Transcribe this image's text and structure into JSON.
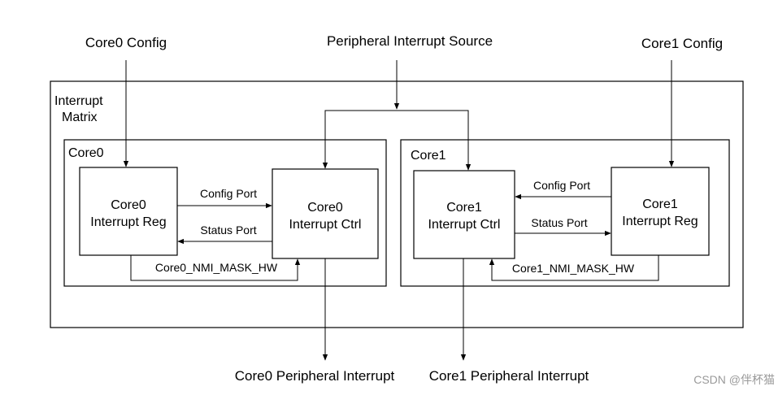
{
  "inputs": {
    "core0_config": "Core0 Config",
    "peripheral_source": "Peripheral Interrupt Source",
    "core1_config": "Core1 Config"
  },
  "matrix": {
    "label_line1": "Interrupt",
    "label_line2": "Matrix"
  },
  "core0": {
    "label": "Core0",
    "reg_line1": "Core0",
    "reg_line2": "Interrupt Reg",
    "ctrl_line1": "Core0",
    "ctrl_line2": "Interrupt Ctrl",
    "config_port": "Config Port",
    "status_port": "Status Port",
    "nmi_mask": "Core0_NMI_MASK_HW"
  },
  "core1": {
    "label": "Core1",
    "ctrl_line1": "Core1",
    "ctrl_line2": "Interrupt Ctrl",
    "reg_line1": "Core1",
    "reg_line2": "Interrupt Reg",
    "config_port": "Config Port",
    "status_port": "Status Port",
    "nmi_mask": "Core1_NMI_MASK_HW"
  },
  "outputs": {
    "core0": "Core0 Peripheral Interrupt",
    "core1": "Core1 Peripheral Interrupt"
  },
  "watermark": "CSDN @伴杯猫"
}
